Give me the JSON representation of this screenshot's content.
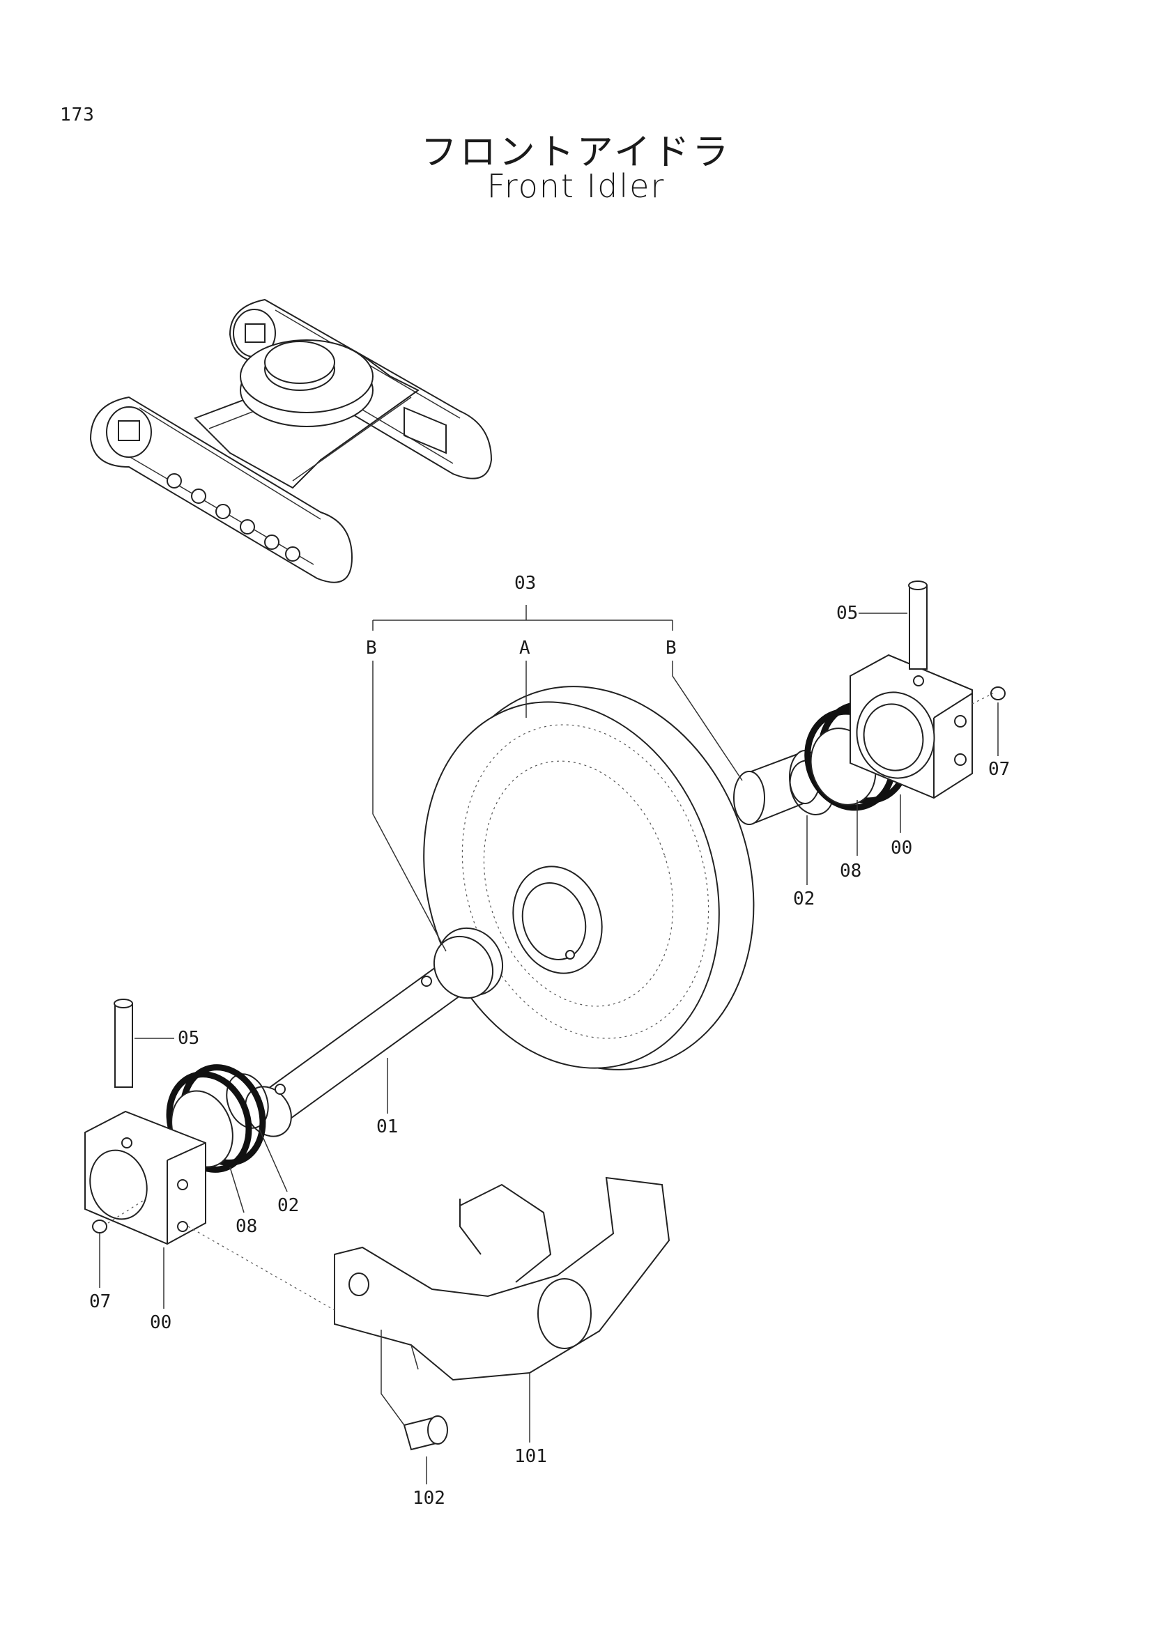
{
  "page": {
    "page_number": "173",
    "title_jp": "フロントアイドラ",
    "title_en": "Front Idler"
  },
  "callouts": {
    "c03": "03",
    "cB_left": "B",
    "cA": "A",
    "cB_right": "B",
    "c05_right": "05",
    "c07_right": "07",
    "c00_right": "00",
    "c08_right": "08",
    "c02_right": "02",
    "c05_left": "05",
    "c01": "01",
    "c02_left": "02",
    "c08_left": "08",
    "c07_left": "07",
    "c00_left": "00",
    "c101": "101",
    "c102": "102"
  },
  "colors": {
    "line": "#222222",
    "background": "#ffffff"
  }
}
